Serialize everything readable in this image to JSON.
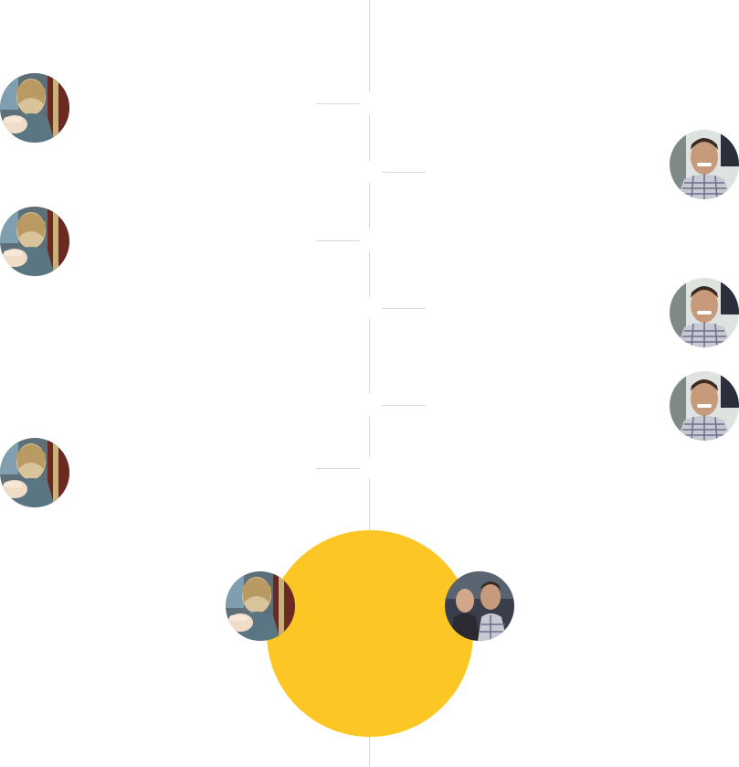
{
  "colors": {
    "timeline": "#d9d9d9",
    "accent_circle": "#fcc624",
    "background": "#ffffff"
  },
  "timeline": {
    "entries": [
      {
        "side": "left",
        "avatar": "woman-portrait-icon"
      },
      {
        "side": "right",
        "avatar": "man-portrait-icon"
      },
      {
        "side": "left",
        "avatar": "woman-portrait-icon"
      },
      {
        "side": "right",
        "avatar": "man-portrait-icon"
      },
      {
        "side": "right",
        "avatar": "man-portrait-icon"
      },
      {
        "side": "left",
        "avatar": "woman-portrait-icon"
      }
    ],
    "footer": {
      "left_avatar": "woman-portrait-icon",
      "right_avatar": "two-men-portrait-icon"
    }
  }
}
